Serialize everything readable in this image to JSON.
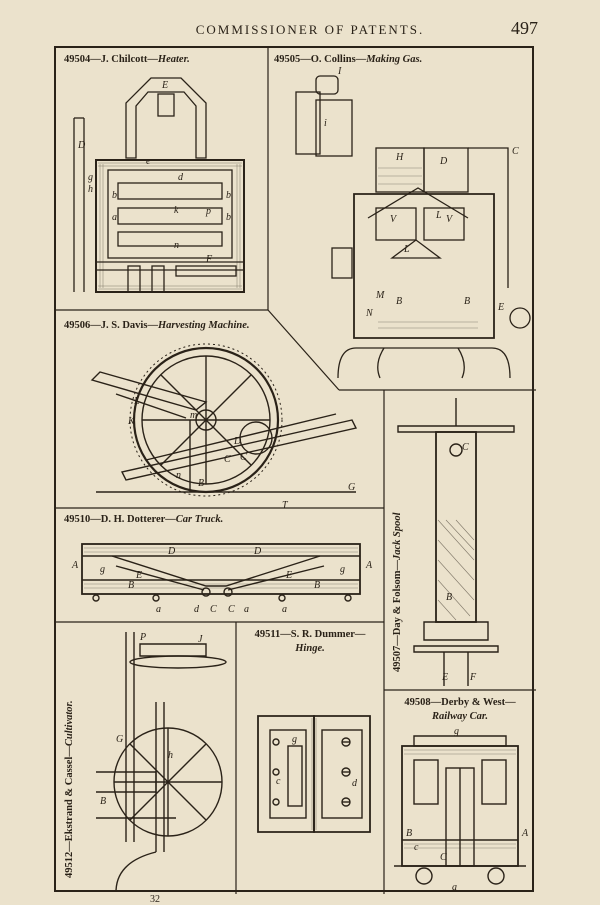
{
  "header": {
    "running_head": "COMMISSIONER OF PATENTS.",
    "page_number": "497"
  },
  "figures": {
    "heater": {
      "number": "49504",
      "inventor": "J. Chilcott",
      "subject": "Heater."
    },
    "making_gas": {
      "number": "49505",
      "inventor": "O. Collins",
      "subject": "Making Gas."
    },
    "harvesting": {
      "number": "49506",
      "inventor": "J. S. Davis",
      "subject": "Harvesting Machine."
    },
    "car_truck": {
      "number": "49510",
      "inventor": "D. H. Dotterer",
      "subject": "Car Truck."
    },
    "jack_spool": {
      "number": "49507",
      "inventor": "Day & Folsom",
      "subject": "Jack Spool"
    },
    "cultivator": {
      "number": "49512",
      "inventor": "Ekstrand & Cassel",
      "subject": "Cultivator."
    },
    "hinge": {
      "number": "49511",
      "inventor": "S. R. Dummer—",
      "subject": "Hinge."
    },
    "railway_car": {
      "number": "49508",
      "inventor": "Derby & West—",
      "subject": "Railway Car."
    }
  },
  "footer": {
    "signature": "32"
  }
}
